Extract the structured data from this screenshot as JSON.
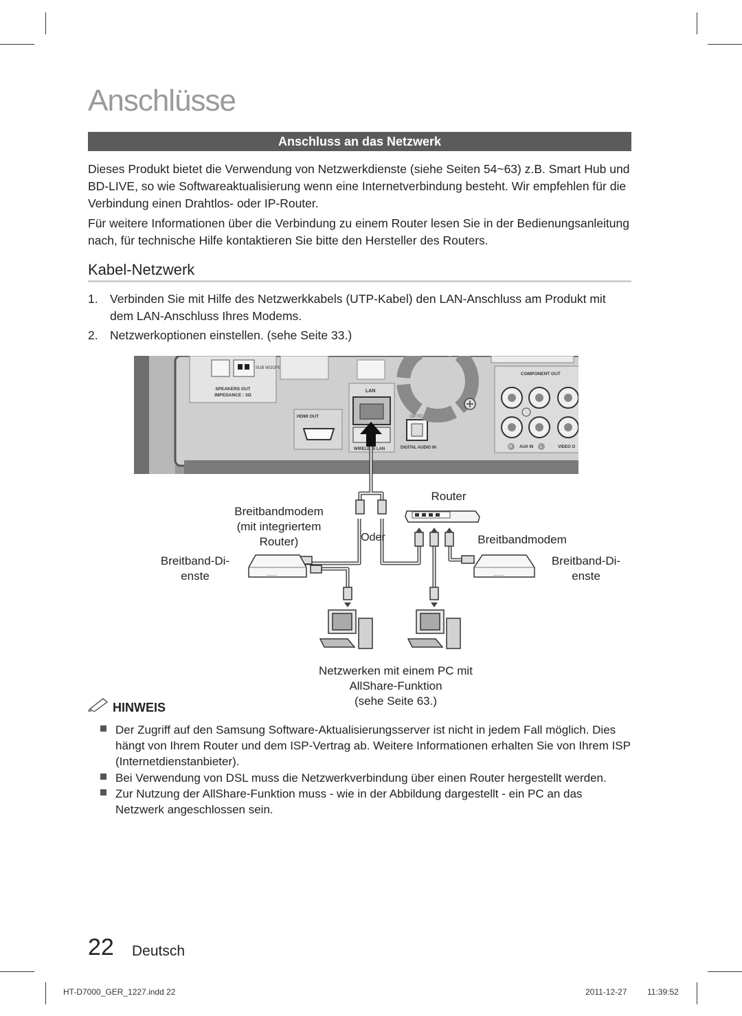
{
  "page": {
    "title": "Anschlüsse",
    "section_heading": "Anschluss an das Netzwerk",
    "intro_paragraphs": [
      "Dieses Produkt bietet die Verwendung von Netzwerkdienste (siehe Seiten 54~63) z.B. Smart Hub und BD-LIVE, so wie Softwareaktualisierung wenn eine Internetverbindung besteht. Wir empfehlen für die Verbindung einen Drahtlos- oder IP-Router.",
      "Für weitere Informationen über die Verbindung zu einem Router lesen Sie in der Bedienungsanleitung nach, für technische Hilfe kontaktieren Sie bitte den Hersteller des Routers."
    ],
    "subheading": "Kabel-Netzwerk",
    "steps": [
      {
        "num": "1.",
        "text": "Verbinden Sie mit Hilfe des Netzwerkkabels (UTP-Kabel) den LAN-Anschluss am Produkt mit dem LAN-Anschluss Ihres Modems."
      },
      {
        "num": "2.",
        "text": "Netzwerkoptionen einstellen. (sehe Seite 33.)"
      }
    ]
  },
  "diagram": {
    "panel_labels": {
      "sub_woofer": "SUB WOOFER",
      "speakers_out": "SPEAKERS OUT",
      "impedance": "IMPEDANCE : 3Ω",
      "hdmi_out": "HDMI OUT",
      "lan": "LAN",
      "optical": "OPTICAL",
      "wireless_lan": "WIRELESS LAN",
      "digital_audio_in": "DIGITAL AUDIO IN",
      "component_out": "COMPONENT OUT",
      "aux_in": "AUX IN",
      "video_out": "VIDEO O",
      "r": "R",
      "l": "L"
    },
    "labels": {
      "router": "Router",
      "modem_router_l1": "Breitbandmodem",
      "modem_router_l2": "(mit integriertem",
      "modem_router_l3": "Router)",
      "oder": "Oder",
      "modem_right": "Breitbandmodem",
      "service_left_l1": "Breitband-Di-",
      "service_left_l2": "enste",
      "service_right_l1": "Breitband-Di-",
      "service_right_l2": "enste",
      "pc_l1": "Netzwerken mit einem PC mit",
      "pc_l2": "AllShare-Funktion",
      "pc_l3": "(sehe Seite 63.)"
    }
  },
  "notes": {
    "heading": "HINWEIS",
    "items": [
      "Der Zugriff auf den Samsung Software-Aktualisierungsserver ist nicht in jedem Fall möglich. Dies hängt von Ihrem Router und dem ISP-Vertrag ab. Weitere Informationen erhalten Sie von Ihrem ISP (Internetdienstanbieter).",
      "Bei Verwendung von DSL muss die Netzwerkverbindung über einen Router hergestellt werden.",
      "Zur Nutzung der AllShare-Funktion muss - wie in der Abbildung dargestellt - ein PC an das Netzwerk angeschlossen sein."
    ]
  },
  "footer": {
    "page_number": "22",
    "language": "Deutsch",
    "file": "HT-D7000_GER_1227.indd   22",
    "date": "2011-12-27",
    "time": "11:39:52"
  }
}
